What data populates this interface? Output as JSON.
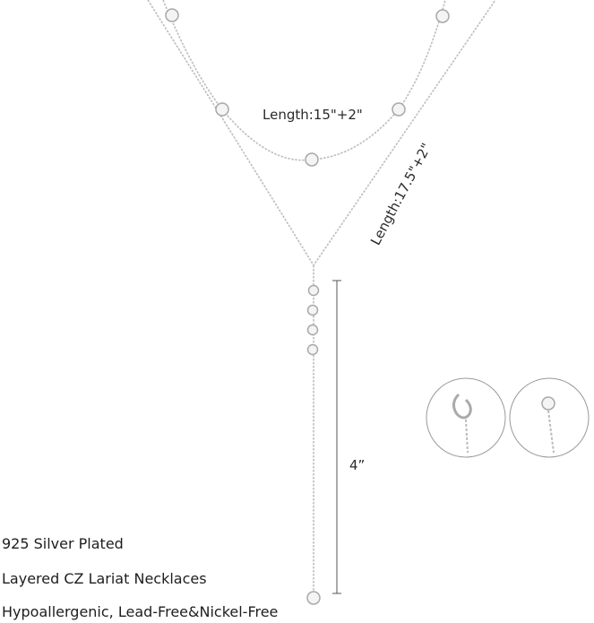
{
  "product_image": {
    "labels": {
      "short_chain_length": "Length:15\"+2\"",
      "long_chain_length": "Length:17.5\"+2\"",
      "drop_length": "4”"
    },
    "features": [
      "925 Silver Plated",
      "Layered CZ Lariat Necklaces",
      "Hypoallergenic, Lead-Free&Nickel-Free"
    ],
    "colors": {
      "metal": "#c8c8c8",
      "text": "#222222",
      "background": "#ffffff"
    }
  }
}
